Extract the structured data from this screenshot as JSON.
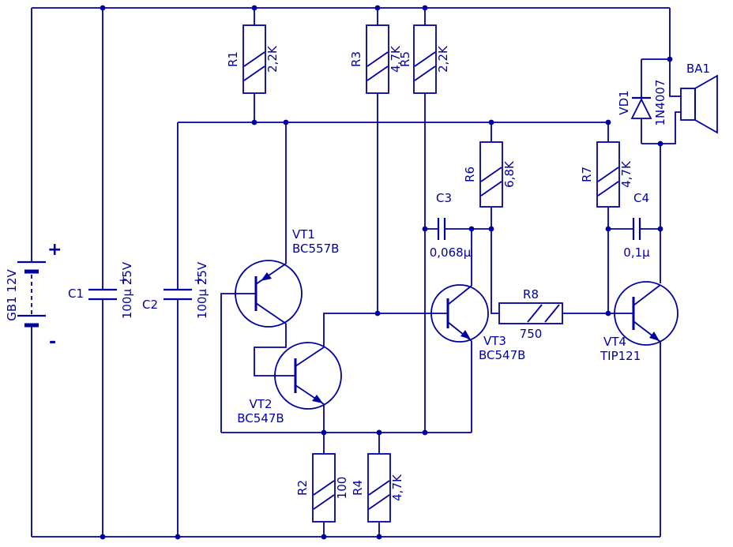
{
  "schematic": {
    "battery": {
      "ref": "GB1 12V",
      "plus": "+",
      "minus": "-"
    },
    "capacitors": {
      "c1": {
        "ref": "C1",
        "value": "100µ 25V",
        "polarity": "+"
      },
      "c2": {
        "ref": "C2",
        "value": "100µ 25V",
        "polarity": "+"
      },
      "c3": {
        "ref": "C3",
        "value": "0,068µ"
      },
      "c4": {
        "ref": "C4",
        "value": "0,1µ"
      }
    },
    "resistors": {
      "r1": {
        "ref": "R1",
        "value": "2,2K"
      },
      "r2": {
        "ref": "R2",
        "value": "100"
      },
      "r3": {
        "ref": "R3",
        "value": "4,7K"
      },
      "r4": {
        "ref": "R4",
        "value": "4,7K"
      },
      "r5": {
        "ref": "R5",
        "value": "2,2K"
      },
      "r6": {
        "ref": "R6",
        "value": "6,8K"
      },
      "r7": {
        "ref": "R7",
        "value": "4,7K"
      },
      "r8": {
        "ref": "R8",
        "value": "750"
      }
    },
    "transistors": {
      "vt1": {
        "ref": "VT1",
        "value": "BC557B"
      },
      "vt2": {
        "ref": "VT2",
        "value": "BC547B"
      },
      "vt3": {
        "ref": "VT3",
        "value": "BC547B"
      },
      "vt4": {
        "ref": "VT4",
        "value": "TIP121"
      }
    },
    "diode": {
      "ref": "VD1",
      "value": "1N4007"
    },
    "speaker": {
      "ref": "BA1"
    },
    "colors": {
      "wire": "#0000A0",
      "background": "#FFFFFF"
    }
  }
}
